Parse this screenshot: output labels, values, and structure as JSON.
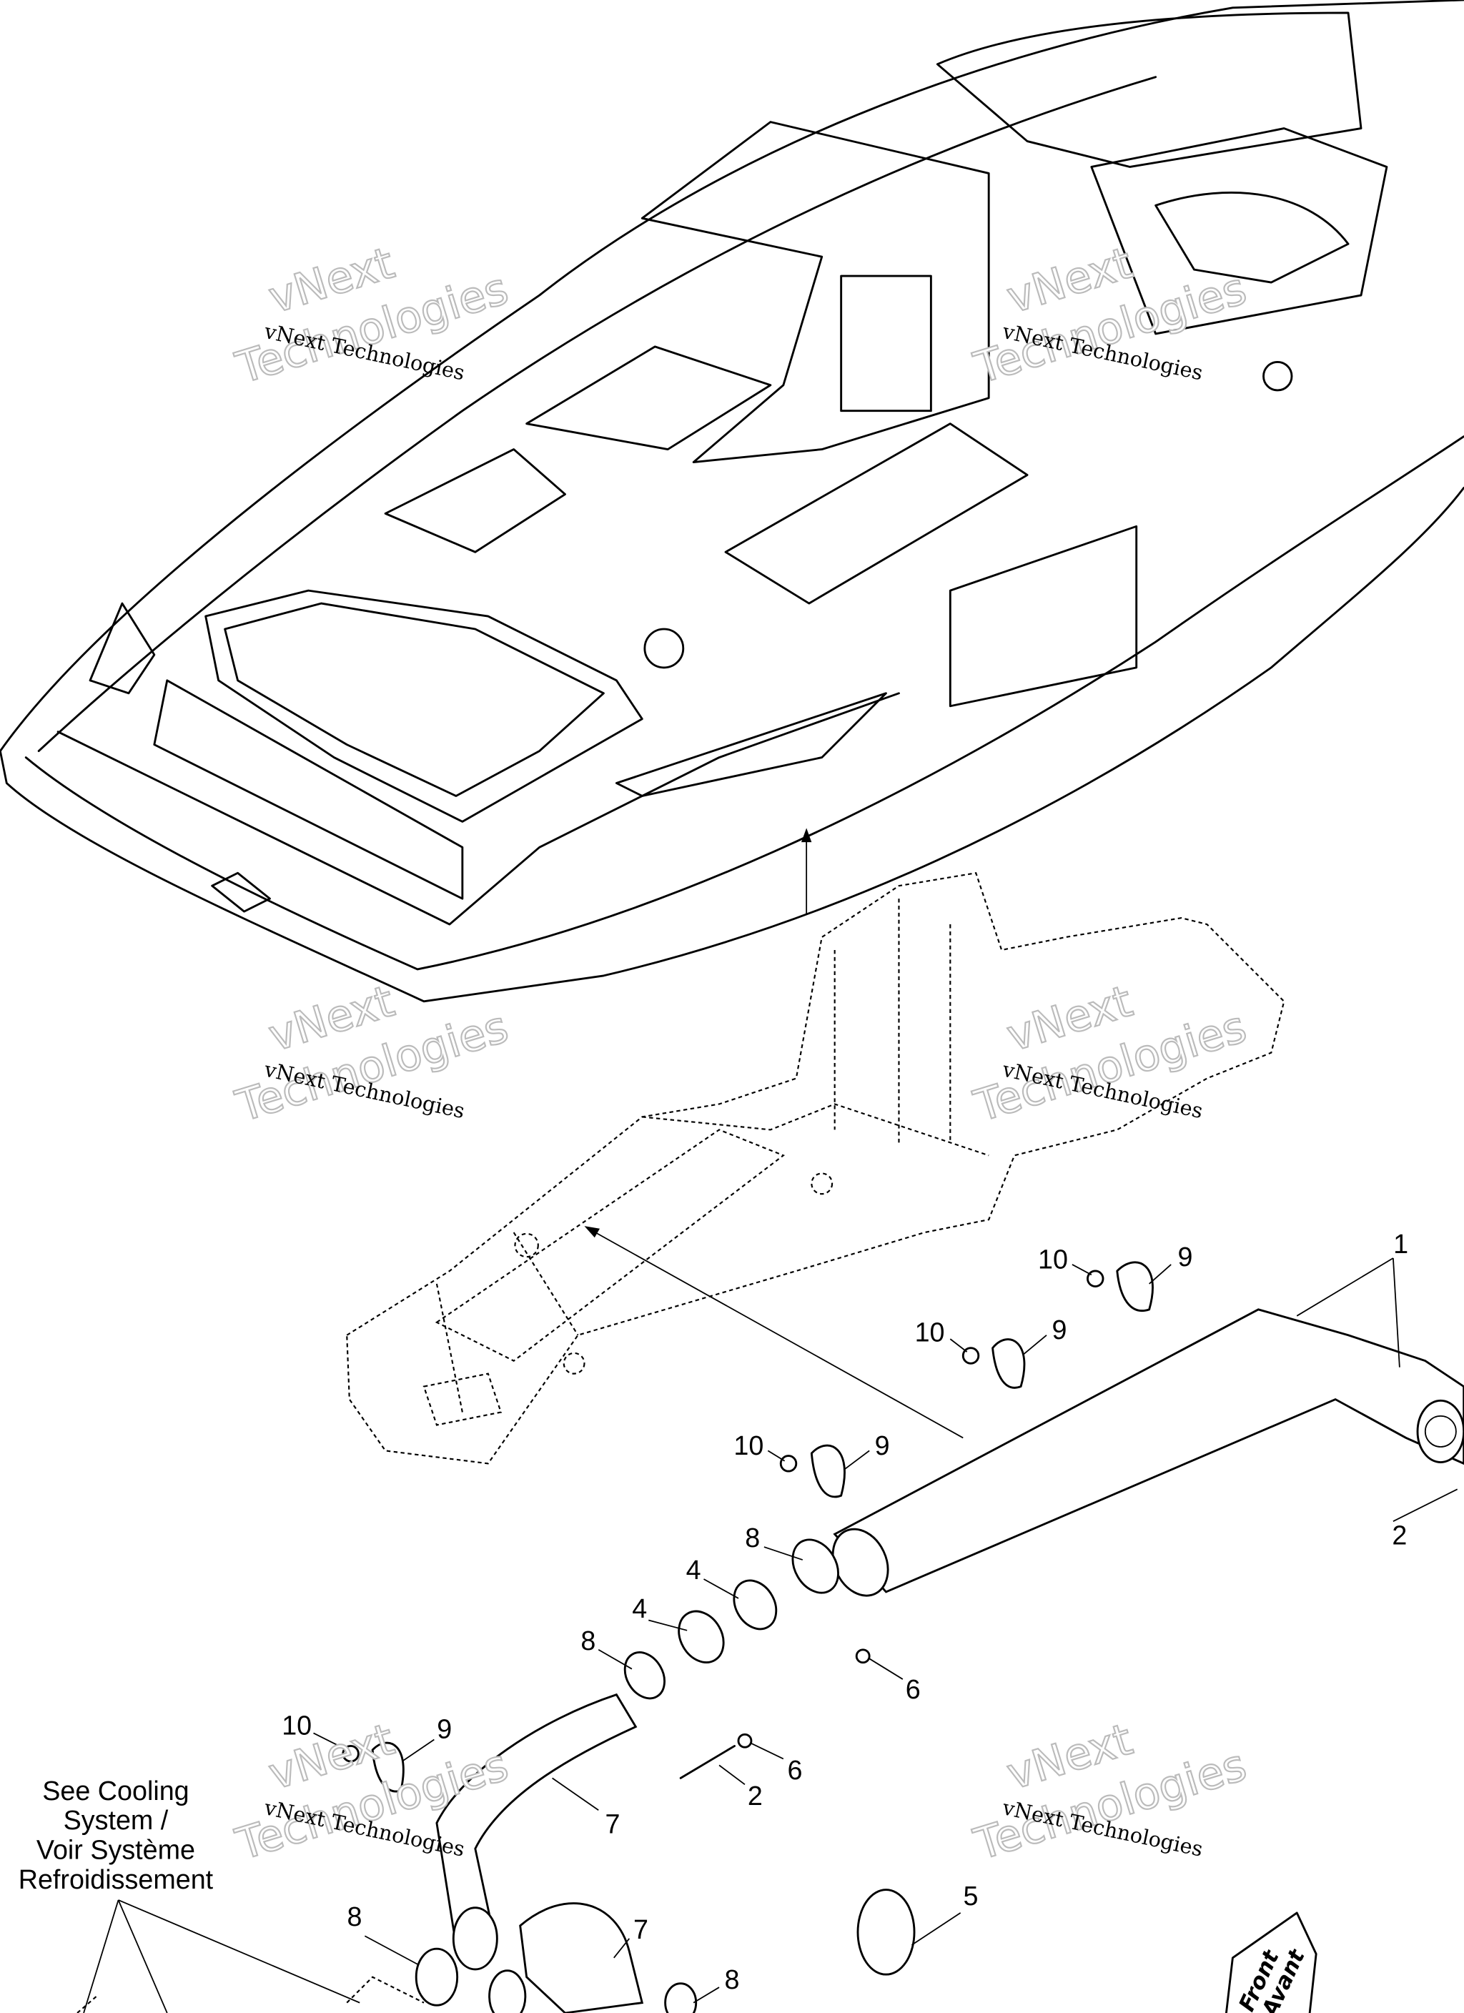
{
  "callouts": [
    "1",
    "2",
    "10",
    "9",
    "10",
    "9",
    "10",
    "9",
    "8",
    "4",
    "4",
    "8",
    "6",
    "6",
    "2",
    "10",
    "9",
    "7",
    "7",
    "8",
    "8",
    "5"
  ],
  "note": {
    "line1": "See Cooling",
    "line2": "System /",
    "line3": "Voir Système",
    "line4": "Refroidissement"
  },
  "direction_tag": {
    "line1": "Front",
    "line2": "Avant"
  },
  "watermark": {
    "line1": "vNext Technologies",
    "big1": "vNext",
    "big2": "Technologies"
  }
}
